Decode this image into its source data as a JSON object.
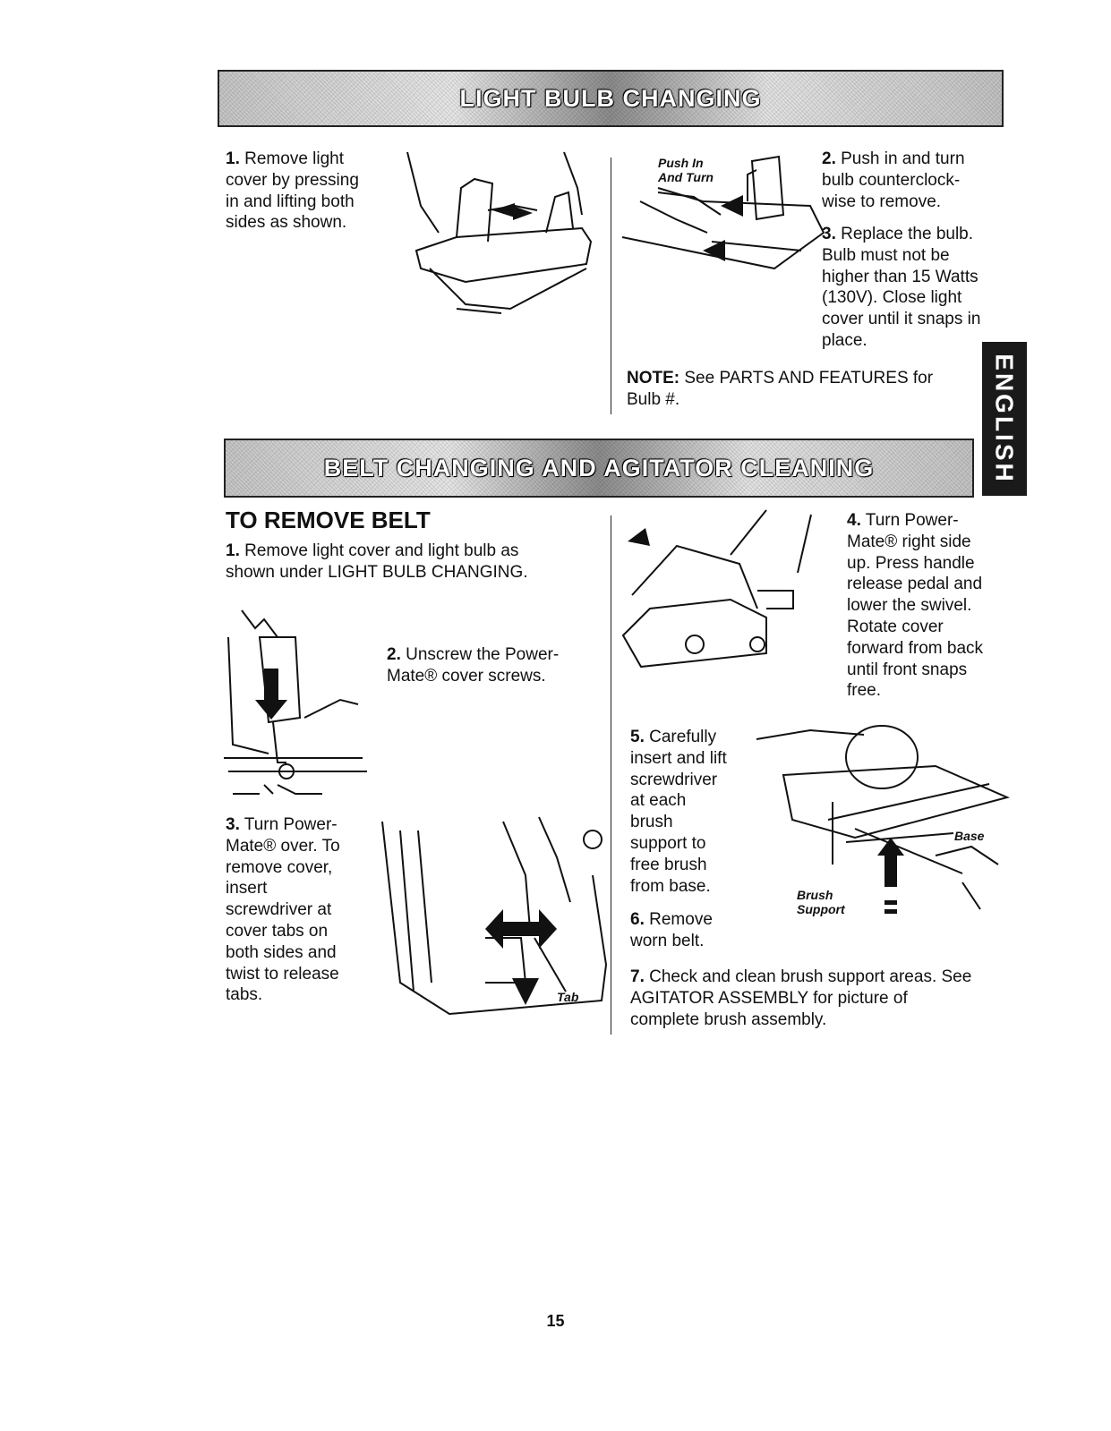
{
  "banners": {
    "light_bulb": "LIGHT BULB CHANGING",
    "belt": "BELT CHANGING AND AGITATOR CLEANING"
  },
  "side_tab": "ENGLISH",
  "light": {
    "step1_num": "1.",
    "step1": " Remove light\ncover by pressing\nin and lifting both\nsides as shown.",
    "push_label": "Push In\nAnd Turn",
    "step2_num": "2.",
    "step2": " Push in and turn\nbulb counterclock-\nwise to remove.",
    "step3_num": "3.",
    "step3": " Replace the bulb.\nBulb must not be\nhigher than 15 Watts\n(130V). Close light\ncover until it snaps in\nplace.",
    "note_label": "NOTE:",
    "note": " See PARTS AND FEATURES for\nBulb #."
  },
  "belt": {
    "heading": "TO REMOVE BELT",
    "step1_num": "1.",
    "step1": " Remove light cover and light bulb as\nshown under LIGHT BULB CHANGING.",
    "step2_num": "2.",
    "step2": " Unscrew the Power-\nMate® cover screws.",
    "step3_num": "3.",
    "step3": " Turn Power-\nMate® over. To\nremove cover,\ninsert\nscrewdriver at\ncover tabs on\nboth sides and\ntwist to release\ntabs.",
    "tab_label": "Tab",
    "step4_num": "4.",
    "step4": " Turn Power-\nMate® right side\nup. Press handle\nrelease pedal and\nlower the swivel.\nRotate cover\nforward from back\nuntil front snaps\nfree.",
    "step5_num": "5.",
    "step5": " Carefully\ninsert and lift\nscrewdriver\nat each\nbrush\nsupport to\nfree brush\nfrom base.",
    "step6_num": "6.",
    "step6": " Remove\nworn belt.",
    "base_label": "Base",
    "brush_label": "Brush\nSupport",
    "step7_num": "7.",
    "step7": " Check and clean brush support areas. See\nAGITATOR ASSEMBLY for picture of\ncomplete brush assembly."
  },
  "page_number": "15"
}
